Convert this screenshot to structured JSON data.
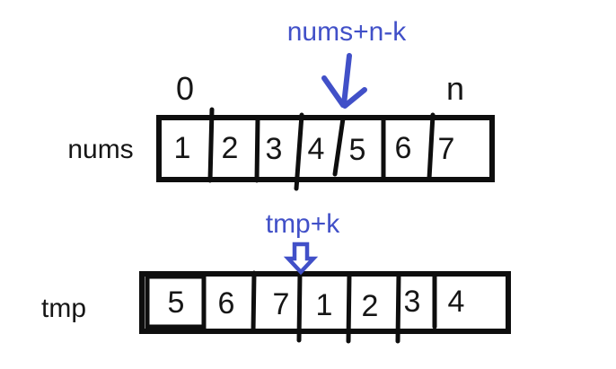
{
  "colors": {
    "background": "#ffffff",
    "ink": "#0e0e0e",
    "annotation": "#4150c8"
  },
  "nums_array": {
    "label": "nums",
    "index_start_label": "0",
    "index_end_label": "n",
    "pointer_label": "nums+n-k",
    "cells": [
      "1",
      "2",
      "3",
      "4",
      "5",
      "6",
      "7"
    ]
  },
  "tmp_array": {
    "label": "tmp",
    "pointer_label": "tmp+k",
    "cells": [
      "5",
      "6",
      "7",
      "1",
      "2",
      "3",
      "4"
    ]
  }
}
